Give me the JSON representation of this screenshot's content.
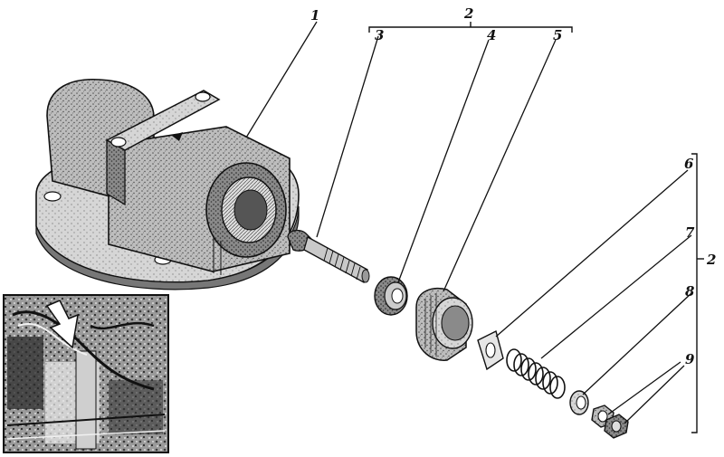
{
  "callouts": {
    "n1": "1",
    "n2_top": "2",
    "n3": "3",
    "n4": "4",
    "n5": "5",
    "n6": "6",
    "n7": "7",
    "n8": "8",
    "n9": "9",
    "n2_right": "2"
  },
  "colors": {
    "ink": "#111111",
    "paper": "#ffffff",
    "shade": "#6e6e6e",
    "mid": "#a8a8a8",
    "light": "#d9d9d9"
  },
  "parts": [
    {
      "callout": "1",
      "name": "housing-body-icon"
    },
    {
      "callout": "3",
      "name": "bolt-icon"
    },
    {
      "callout": "4",
      "name": "washer-icon"
    },
    {
      "callout": "5",
      "name": "bushing-icon"
    },
    {
      "callout": "6",
      "name": "plate-washer-icon"
    },
    {
      "callout": "7",
      "name": "spring-icon"
    },
    {
      "callout": "8",
      "name": "ring-washer-icon"
    },
    {
      "callout": "9",
      "name": "nut-icon"
    }
  ]
}
